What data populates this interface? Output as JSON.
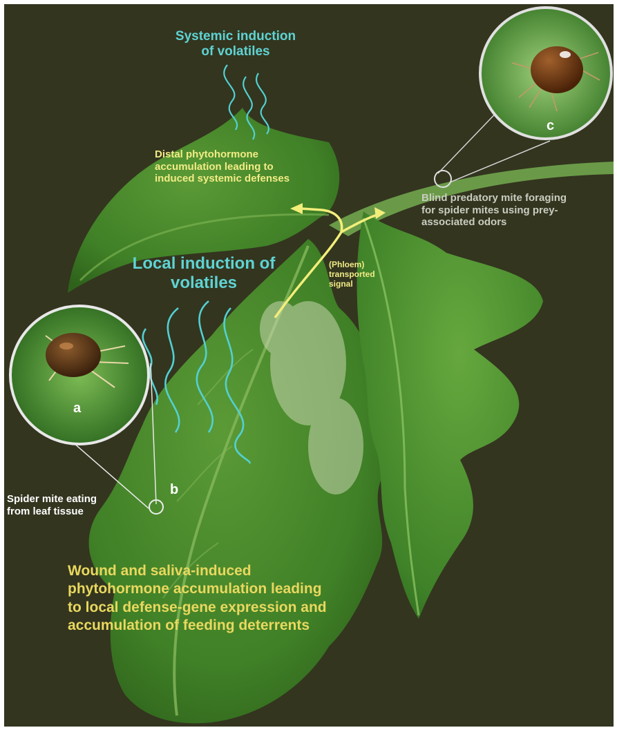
{
  "labels": {
    "systemic_volatiles": [
      "Systemic induction",
      "of volatiles"
    ],
    "distal": [
      "Distal phytohormone",
      "accumulation leading to",
      "induced systemic defenses"
    ],
    "local_volatiles": [
      "Local induction of",
      "volatiles"
    ],
    "phloem": [
      "(Phloem)",
      "transported",
      "signal"
    ],
    "predatory": [
      "Blind predatory mite foraging",
      "for spider mites using prey-",
      "associated odors"
    ],
    "spider_mite": [
      "Spider mite eating",
      "from leaf tissue"
    ],
    "wound": [
      "Wound and saliva-induced",
      "phytohormone accumulation leading",
      "to local defense-gene expression and",
      "accumulation of feeding deterrents"
    ],
    "marker_a": "a",
    "marker_b": "b",
    "marker_c": "c"
  },
  "colors": {
    "background": "#33351f",
    "leaf": "#3f7f26",
    "volatile_lines": "#53d0d3",
    "signal_arrow": "#f2ee7a",
    "title_text_cyan": "#5fd3d3",
    "annotation_yellow": "#e9d85f"
  }
}
